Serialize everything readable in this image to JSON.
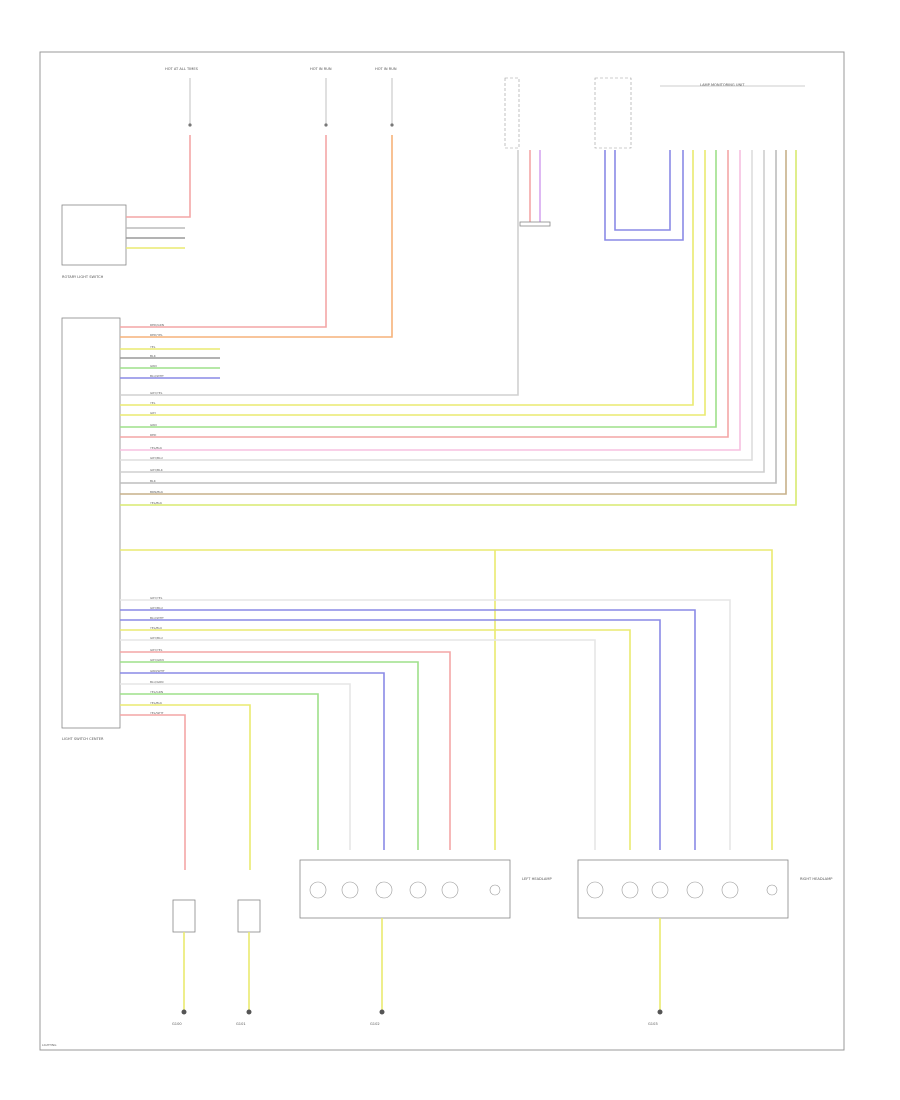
{
  "colors": {
    "red": "#f4a6a6",
    "orange": "#f6b27a",
    "yellow": "#eaea70",
    "green": "#9ee08a",
    "blue": "#8a8ae6",
    "violet": "#d6a6f0",
    "gray": "#cfcfcf",
    "black": "#6a6a6a",
    "white": "#e6e6e6",
    "brown": "#c7b08a",
    "pink": "#f7c0e0"
  },
  "wires": [
    "RED/GRN",
    "RED/YEL",
    "YEL",
    "BLK",
    "GRN",
    "BLU/WHT",
    "GRY/YEL",
    "YEL",
    "GRY",
    "GRN",
    "RED",
    "YEL/BLK",
    "GRY/BLU",
    "GRY/BLK",
    "BLK",
    "BRN/BLK",
    "YEL/BLK"
  ],
  "bottom_wires": [
    "GRY/YEL",
    "GRY/BLU",
    "BLU/WHT",
    "YEL/BLU",
    "GRY/BLU",
    "GRY/YEL",
    "GRY/GRN",
    "GRN/WHT",
    "BLU/GRN",
    "YEL/GRN",
    "YEL/BLK",
    "YEL/WHT"
  ],
  "labels": {
    "pwr1": "HOT AT ALL TIMES",
    "pwr2": "HOT IN RUN",
    "pwr3": "HOT IN RUN",
    "top_right_group": "LAMP MONITORING UNIT",
    "module1": "ROTARY LIGHT SWITCH",
    "module2": "LIGHT SWITCH CENTER",
    "left_headlamp": "LEFT HEADLAMP",
    "right_headlamp": "RIGHT HEADLAMP",
    "ground1": "G100",
    "ground2": "G101",
    "ground3": "G102",
    "ground4": "G103",
    "footer": "LIGHTING"
  }
}
